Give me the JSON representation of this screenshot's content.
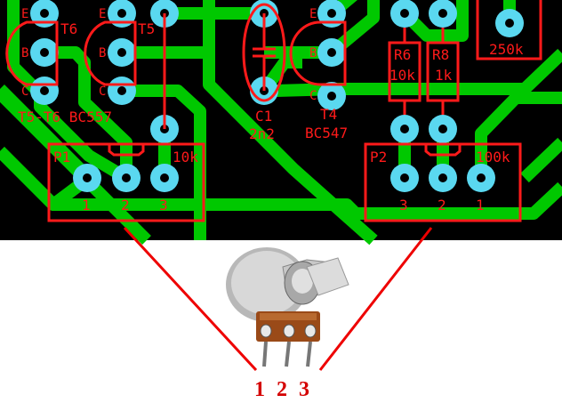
{
  "colors": {
    "board": "#000000",
    "trace": "#00c800",
    "pad": "#5ad8f0",
    "silkscreen": "#ff1a1a",
    "pin_numbers": "#d40000"
  },
  "pcb": {
    "t6": {
      "label": "T6",
      "pins": [
        "E",
        "B",
        "C"
      ]
    },
    "t5": {
      "label": "T5",
      "pins": [
        "E",
        "B",
        "C"
      ]
    },
    "t5_t6_part": "T5-T6 BC557",
    "c1": {
      "label": "C1",
      "value": "2n2"
    },
    "t4": {
      "label": "T4",
      "part": "BC547",
      "pins": [
        "E",
        "B",
        "C"
      ]
    },
    "r6": {
      "label": "R6",
      "value": "10k"
    },
    "r8": {
      "label": "R8",
      "value": "1k"
    },
    "trimmer_value": "250k",
    "p1": {
      "label": "P1",
      "value": "10k",
      "pins": [
        "1",
        "2",
        "3"
      ]
    },
    "p2": {
      "label": "P2",
      "value": "100k",
      "pins": [
        "3",
        "2",
        "1"
      ]
    }
  },
  "potentiometer": {
    "pins": [
      "1",
      "2",
      "3"
    ]
  }
}
